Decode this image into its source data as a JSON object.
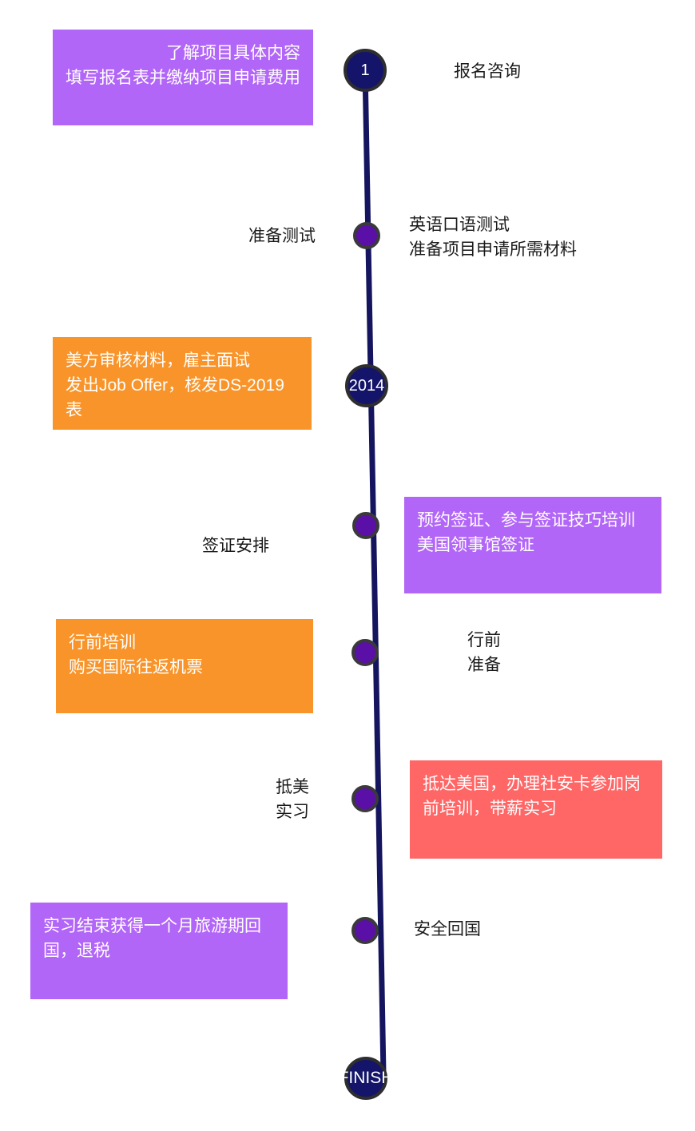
{
  "diagram_type": "vertical-timeline",
  "colors": {
    "line": "#14145f",
    "big_node_fill": "#14146a",
    "big_node_border": "#2e2e2e",
    "dot_fill": "#5a0fa6",
    "dot_border": "#3a3a3a",
    "purple_box": "#b266f7",
    "orange_box": "#f89429",
    "red_box": "#ff6666",
    "label_text": "#1a1a1a",
    "box_text": "#ffffff"
  },
  "nodes": {
    "start": "1",
    "year": "2014",
    "finish": "FINISH"
  },
  "labels": {
    "signup": "报名咨询",
    "prep_test": "准备测试",
    "test_detail": "英语口语测试\n准备项目申请所需材料",
    "visa": "签证安排",
    "pre_departure": "行前\n准备",
    "arrive_intern": "抵美\n实习",
    "safe_return": "安全回国"
  },
  "boxes": {
    "apply": "了解项目具体内容\n填写报名表并缴纳项目申请费用",
    "review": "美方审核材料，雇主面试\n发出Job Offer，核发DS-2019表",
    "visa_detail": "预约签证、参与签证技巧培训\n美国领事馆签证",
    "pre_departure_detail": "行前培训\n购买国际往返机票",
    "arrive_detail": "抵达美国，办理社安卡参加岗前培训，带薪实习",
    "finish_detail": "实习结束获得一个月旅游期回国，退税"
  }
}
